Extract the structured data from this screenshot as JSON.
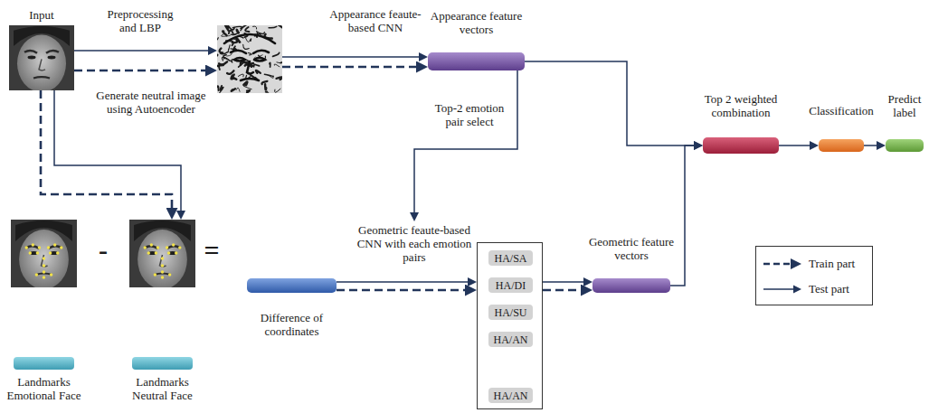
{
  "diagram": {
    "nodes": [
      {
        "text": [
          "Input"
        ]
      },
      {
        "text": [
          "Preprocessing and LBP"
        ]
      },
      {
        "text": [
          "Appearance feature vectors"
        ]
      },
      {
        "text": [
          "Landmarks Emotional Face"
        ]
      },
      {
        "text": [
          "Landmarks Neutral Face"
        ]
      },
      {
        "text": [
          "Difference of coordinates"
        ]
      },
      {
        "text": [
          "Geometric feaute-based CNN with each emotion pairs"
        ]
      },
      {
        "text": [
          "HA/SA"
        ],
        "in": 6
      },
      {
        "text": [
          "HA/DI"
        ],
        "in": 6
      },
      {
        "text": [
          "HA/SU"
        ],
        "in": 6
      },
      {
        "text": [
          "HA/AN"
        ],
        "in": 6
      },
      {
        "text": [
          "HA/AN"
        ],
        "in": 6
      },
      {
        "text": [
          "Geometric feature vectors"
        ]
      },
      {
        "text": [
          "Top 2 weighted combination"
        ]
      },
      {
        "text": [
          "Classification"
        ]
      },
      {
        "text": [
          "Predict label"
        ]
      }
    ],
    "edges": [
      {
        "from": 0,
        "to": 1,
        "arrow": "to"
      },
      {
        "from": 0,
        "to": 1,
        "arrow": "to"
      },
      {
        "from": 1,
        "to": 2,
        "label": "Appearance feaute-based CNN",
        "arrow": "to"
      },
      {
        "from": 1,
        "to": 2,
        "arrow": "to"
      },
      {
        "from": 2,
        "to": 6,
        "label": "Top-2 emotion pair select",
        "arrow": "to"
      },
      {
        "from": 0,
        "to": 4,
        "label": "Generate neutral image using Autoencoder",
        "arrow": "to"
      },
      {
        "from": 0,
        "to": 4,
        "arrow": "to"
      },
      {
        "from": 5,
        "to": 6,
        "arrow": "to"
      },
      {
        "from": 5,
        "to": 6,
        "arrow": "to"
      },
      {
        "from": 6,
        "to": 12,
        "arrow": "to"
      },
      {
        "from": 6,
        "to": 12,
        "arrow": "to"
      },
      {
        "from": 2,
        "to": 13,
        "arrow": "to"
      },
      {
        "from": 12,
        "to": 13,
        "arrow": "to"
      },
      {
        "from": 13,
        "to": 14,
        "arrow": "to"
      },
      {
        "from": 14,
        "to": 15,
        "arrow": "to"
      }
    ],
    "labels": [
      "-",
      "="
    ],
    "legend": [
      {
        "text": "Train part"
      },
      {
        "text": "Test part"
      }
    ]
  }
}
